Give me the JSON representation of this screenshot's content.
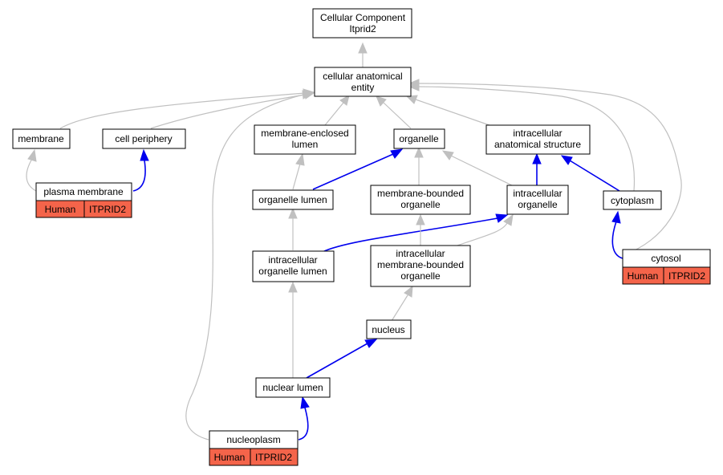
{
  "nodes": {
    "root": [
      "Cellular Component",
      "Itprid2"
    ],
    "cae": [
      "cellular anatomical",
      "entity"
    ],
    "membrane": [
      "membrane"
    ],
    "cell_periphery": [
      "cell periphery"
    ],
    "mel": [
      "membrane-enclosed",
      "lumen"
    ],
    "organelle": [
      "organelle"
    ],
    "ias": [
      "intracellular",
      "anatomical structure"
    ],
    "plasma_membrane": [
      "plasma membrane"
    ],
    "organelle_lumen": [
      "organelle lumen"
    ],
    "mbo": [
      "membrane-bounded",
      "organelle"
    ],
    "io": [
      "intracellular",
      "organelle"
    ],
    "cytoplasm": [
      "cytoplasm"
    ],
    "iol": [
      "intracellular",
      "organelle lumen"
    ],
    "imbo": [
      "intracellular",
      "membrane-bounded",
      "organelle"
    ],
    "cytosol": [
      "cytosol"
    ],
    "nucleus": [
      "nucleus"
    ],
    "nuclear_lumen": [
      "nuclear lumen"
    ],
    "nucleoplasm": [
      "nucleoplasm"
    ]
  },
  "annotations": {
    "plasma_membrane": [
      "Human",
      "ITPRID2"
    ],
    "cytosol": [
      "Human",
      "ITPRID2"
    ],
    "nucleoplasm": [
      "Human",
      "ITPRID2"
    ]
  },
  "colors": {
    "is_a_edge": "#c0c0c0",
    "part_of_edge": "#0000ee",
    "annotation_fill": "#f4644a"
  }
}
